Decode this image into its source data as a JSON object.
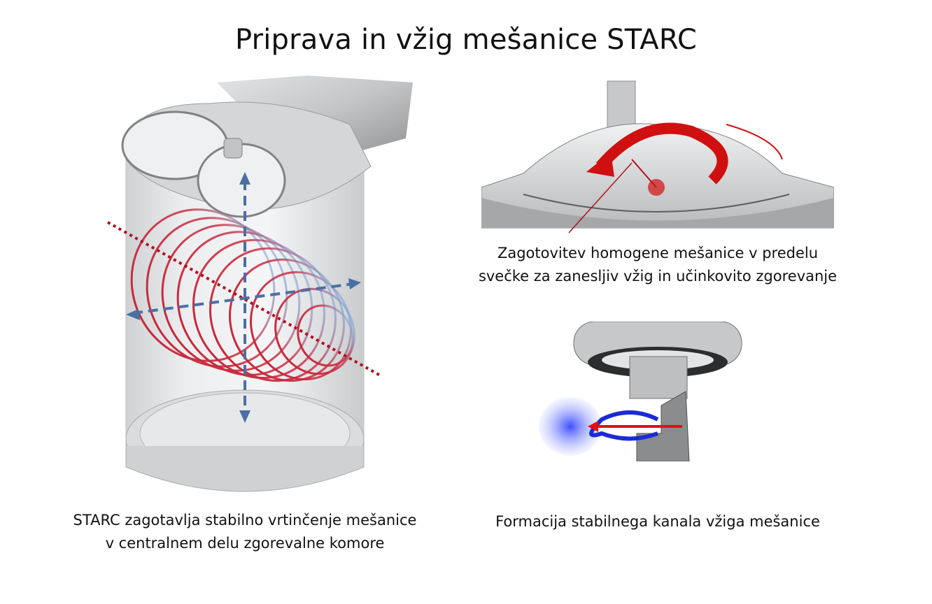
{
  "title": "Priprava in vžig mešanice STARC",
  "captions": {
    "left": [
      "STARC zagotavlja stabilno vrtinčenje mešanice",
      "v centralnem delu zgorevalne komore"
    ],
    "right_top": [
      "Zagotovitev homogene mešanice v predelu",
      "svečke za zanesljiv vžig in učinkovito zgorevanje"
    ],
    "right_bottom": [
      "Formacija stabilnega kanala vžiga mešanice"
    ]
  },
  "colors": {
    "swirl": "#c8283c",
    "axis": "#4a6fa5",
    "flow": "#d01010",
    "plasma": "#1a2bd6",
    "metal": "#b5b8bb"
  }
}
